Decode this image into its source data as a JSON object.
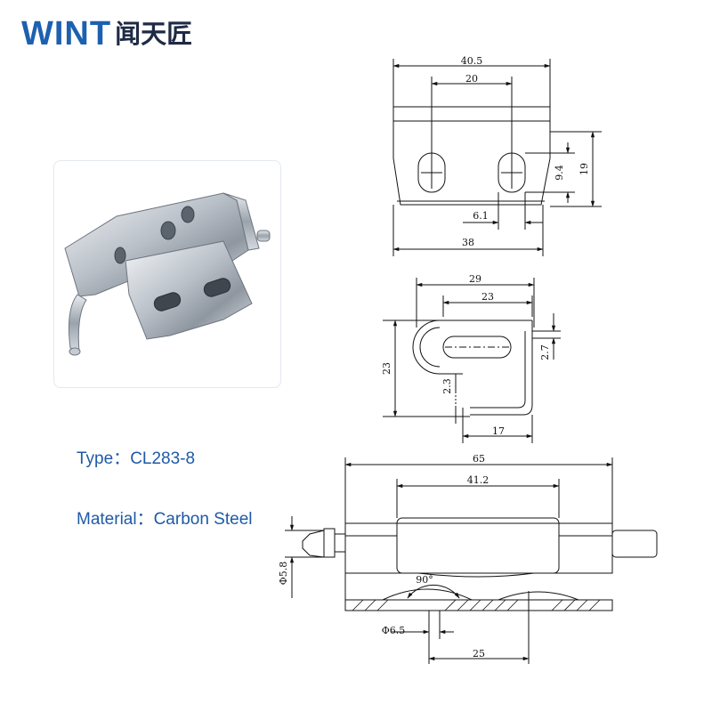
{
  "logo": {
    "wordmark": "WINT",
    "chinese": "闻天匠"
  },
  "specs": {
    "type_label": "Type：",
    "type_value": "CL283-8",
    "material_label": "Material：",
    "material_value": "Carbon Steel"
  },
  "colors": {
    "brand_blue": "#1d60b0",
    "spec_blue": "#1f5aa6",
    "line": "#111111"
  },
  "dimensions": {
    "top_view": {
      "overall_width": "40.5",
      "slot_spacing": "20",
      "height": "19",
      "slot_height": "9.4",
      "slot_width": "6.1",
      "base_width": "38"
    },
    "side_view": {
      "width": "29",
      "inner_width": "23",
      "height": "23",
      "thickness": "2.7",
      "gap": "2.3",
      "leg": "17"
    },
    "front_view": {
      "overall_length": "65",
      "barrel_length": "41.2",
      "pin_diameter": "Φ5.8",
      "angle": "90°",
      "hole_diameter": "Φ6.5",
      "hole_spacing": "25"
    }
  }
}
